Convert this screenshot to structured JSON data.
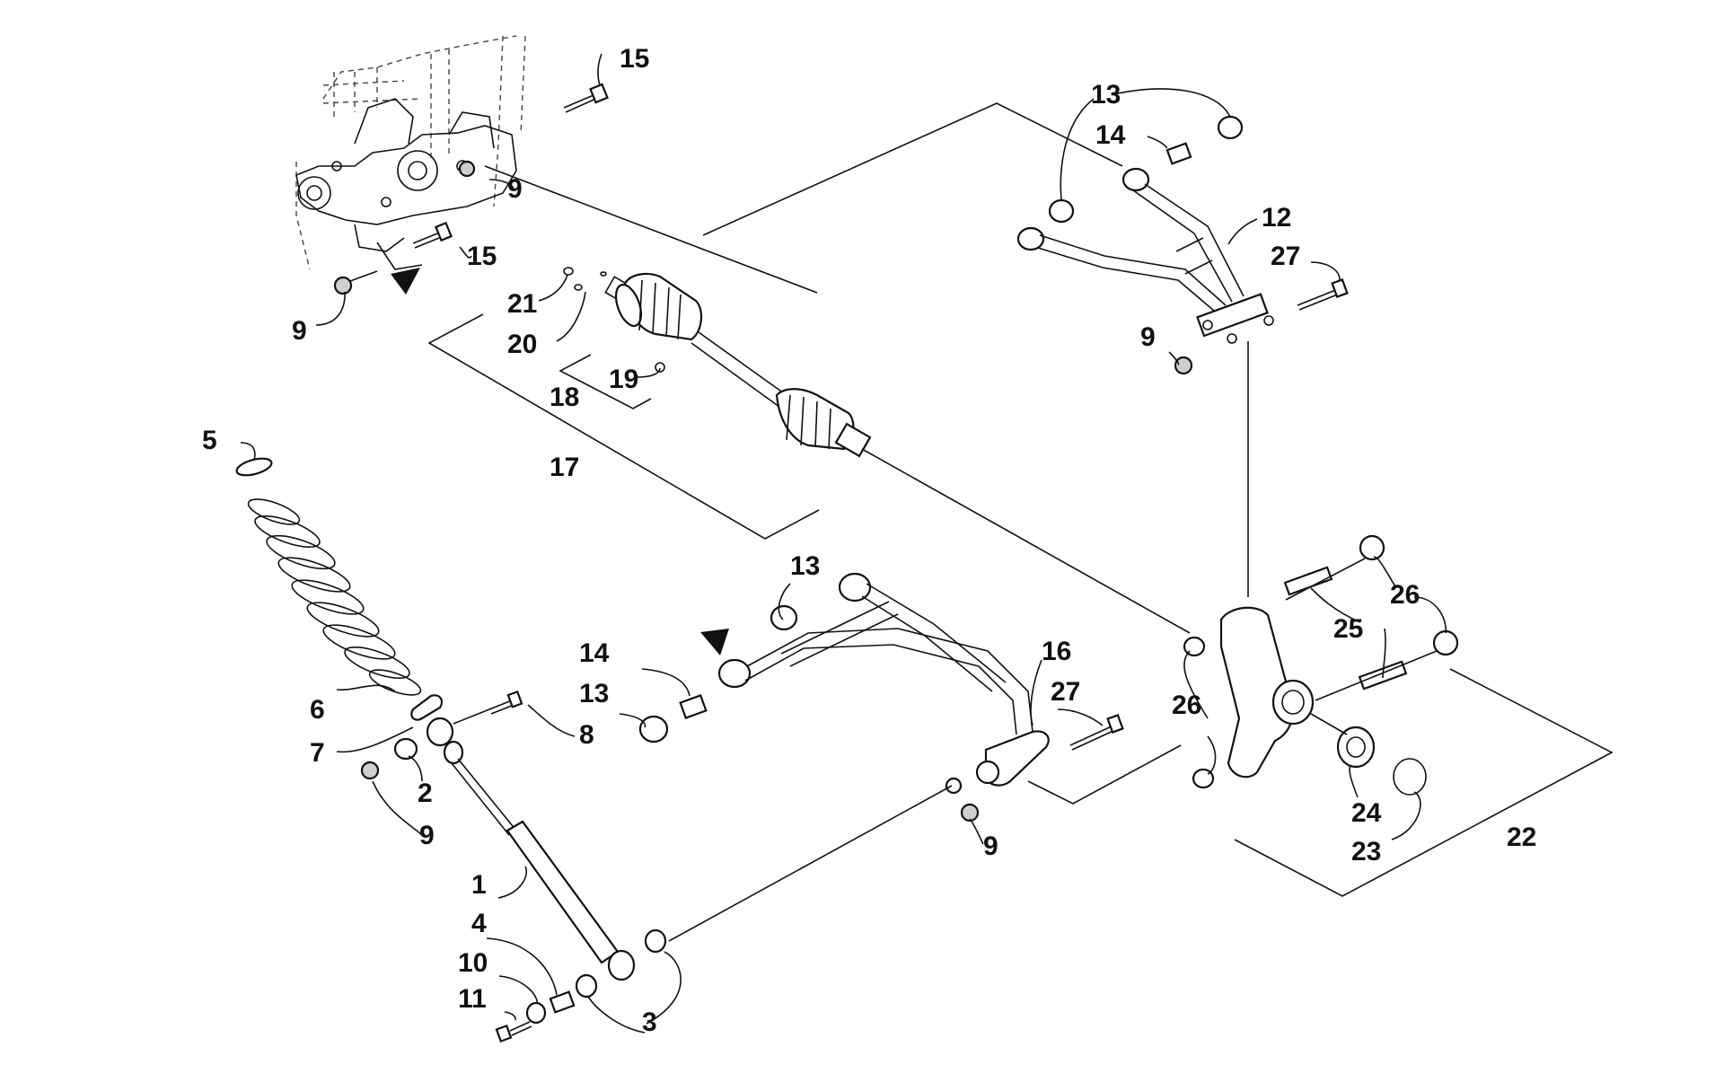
{
  "callouts": {
    "c1": "1",
    "c2": "2",
    "c3": "3",
    "c4": "4",
    "c5": "5",
    "c6": "6",
    "c7": "7",
    "c8": "8",
    "c9a": "9",
    "c9b": "9",
    "c9c": "9",
    "c9d": "9",
    "c9e": "9",
    "c10": "10",
    "c11": "11",
    "c12": "12",
    "c13a": "13",
    "c13b": "13",
    "c13c": "13",
    "c14a": "14",
    "c14b": "14",
    "c15a": "15",
    "c15b": "15",
    "c16": "16",
    "c17": "17",
    "c18": "18",
    "c19": "19",
    "c20": "20",
    "c21": "21",
    "c22": "22",
    "c23": "23",
    "c24": "24",
    "c25": "25",
    "c26a": "26",
    "c26b": "26",
    "c27a": "27",
    "c27b": "27"
  },
  "parts": [
    "frame-gearcase",
    "upper-a-arm",
    "lower-a-arm",
    "drive-axle",
    "shock-absorber",
    "coil-spring",
    "spring-retainer",
    "spring-seat",
    "knuckle",
    "bearing",
    "snap-ring"
  ],
  "colors": {
    "ink": "#111111",
    "paper": "#ffffff"
  }
}
